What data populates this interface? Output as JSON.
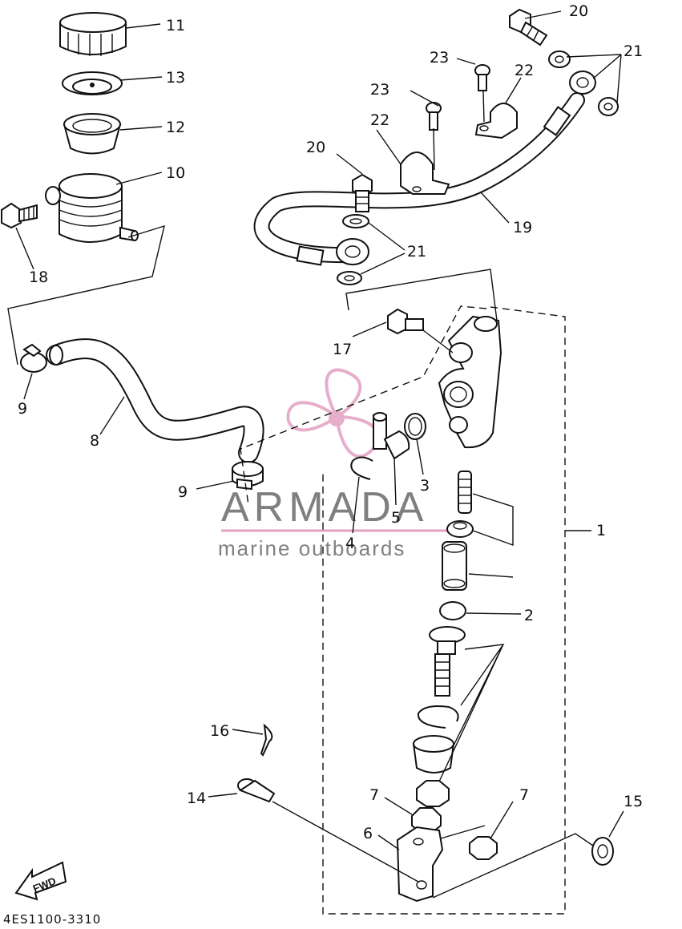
{
  "diagram": {
    "code": "4ES1100-3310",
    "fwd_label": "FWD",
    "watermark": {
      "brand": "ARMADA",
      "tagline": "marine outboards"
    },
    "callouts": [
      {
        "id": "c11",
        "text": "11"
      },
      {
        "id": "c13",
        "text": "13"
      },
      {
        "id": "c12",
        "text": "12"
      },
      {
        "id": "c10",
        "text": "10"
      },
      {
        "id": "c18",
        "text": "18"
      },
      {
        "id": "c9a",
        "text": "9"
      },
      {
        "id": "c8",
        "text": "8"
      },
      {
        "id": "c9b",
        "text": "9"
      },
      {
        "id": "c20a",
        "text": "20"
      },
      {
        "id": "c21a",
        "text": "21"
      },
      {
        "id": "c23a",
        "text": "23"
      },
      {
        "id": "c22a",
        "text": "22"
      },
      {
        "id": "c23b",
        "text": "23"
      },
      {
        "id": "c22b",
        "text": "22"
      },
      {
        "id": "c20b",
        "text": "20"
      },
      {
        "id": "c19",
        "text": "19"
      },
      {
        "id": "c21b",
        "text": "21"
      },
      {
        "id": "c17",
        "text": "17"
      },
      {
        "id": "c3",
        "text": "3"
      },
      {
        "id": "c5",
        "text": "5"
      },
      {
        "id": "c4",
        "text": "4"
      },
      {
        "id": "c1",
        "text": "1"
      },
      {
        "id": "c2",
        "text": "2"
      },
      {
        "id": "c16",
        "text": "16"
      },
      {
        "id": "c14",
        "text": "14"
      },
      {
        "id": "c7a",
        "text": "7"
      },
      {
        "id": "c7b",
        "text": "7"
      },
      {
        "id": "c6",
        "text": "6"
      },
      {
        "id": "c15",
        "text": "15"
      }
    ]
  }
}
